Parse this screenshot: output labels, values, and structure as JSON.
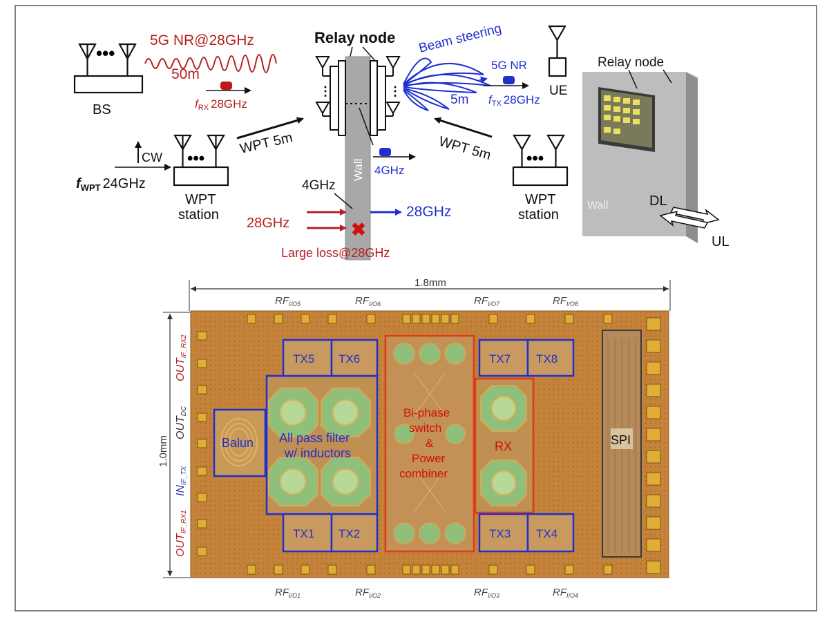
{
  "system": {
    "bs": "BS",
    "link_5g": "5G NR@28GHz",
    "dist_50m": "50m",
    "f_rx_sym": "f",
    "f_rx_sub": "RX",
    "f_rx_val": "28GHz",
    "cw": "CW",
    "f_wpt_sym": "f",
    "f_wpt_sub": "WPT",
    "f_wpt_val": "24GHz",
    "wpt_station_l1": "WPT",
    "wpt_station_l2": "station",
    "wpt_left": "WPT 5m",
    "wpt_right": "WPT 5m",
    "relay_node": "Relay node",
    "beam_steering": "Beam steering",
    "nr_5g": "5G NR",
    "dist_5m": "5m",
    "f_tx_sym": "f",
    "f_tx_sub": "TX",
    "f_tx_val": "28GHz",
    "ue": "UE",
    "wall": "Wall",
    "if_4ghz": "4GHz",
    "mid_4ghz": "4GHz",
    "in_28ghz": "28GHz",
    "out_28ghz": "28GHz",
    "large_loss": "Large loss@28GHz",
    "relay_node_3d": "Relay node",
    "wall_3d": "Wall",
    "dl": "DL",
    "ul": "UL"
  },
  "chip": {
    "width_label": "1.8mm",
    "height_label": "1.0mm",
    "rf_top": [
      {
        "base": "RF",
        "sub": "I/O5"
      },
      {
        "base": "RF",
        "sub": "I/O6"
      },
      {
        "base": "RF",
        "sub": "I/O7"
      },
      {
        "base": "RF",
        "sub": "I/O8"
      }
    ],
    "rf_bottom": [
      {
        "base": "RF",
        "sub": "I/O1"
      },
      {
        "base": "RF",
        "sub": "I/O2"
      },
      {
        "base": "RF",
        "sub": "I/O3"
      },
      {
        "base": "RF",
        "sub": "I/O4"
      }
    ],
    "side_labels": [
      {
        "base": "OUT",
        "sub": "IF_RX2",
        "color": "#b02020"
      },
      {
        "base": "OUT",
        "sub": "DC",
        "color": "#333333"
      },
      {
        "base": "IN",
        "sub": "IF_TX",
        "color": "#2a3aa0"
      },
      {
        "base": "OUT",
        "sub": "IF_RX1",
        "color": "#b02020"
      }
    ],
    "blocks": {
      "tx5": "TX5",
      "tx6": "TX6",
      "tx7": "TX7",
      "tx8": "TX8",
      "tx1": "TX1",
      "tx2": "TX2",
      "tx3": "TX3",
      "tx4": "TX4",
      "balun": "Balun",
      "apf_1": "All pass filter",
      "apf_2": "w/ inductors",
      "bps_1": "Bi-phase",
      "bps_2": "switch",
      "bps_3": "&",
      "bps_4": "Power",
      "bps_5": "combiner",
      "rx": "RX",
      "spi": "SPI"
    }
  },
  "colors": {
    "red": "#b52020",
    "blue": "#1f2fd0",
    "chip_bg": "#c8873a",
    "wall_gray": "#a8a8a8"
  }
}
